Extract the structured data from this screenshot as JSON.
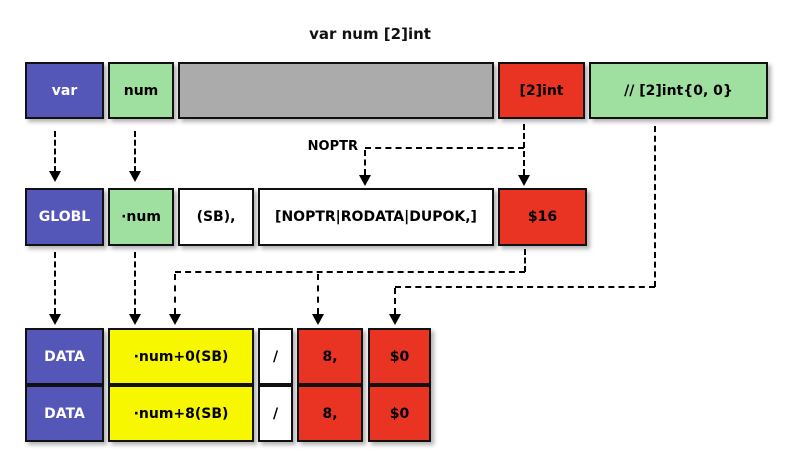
{
  "title": "var num [2]int",
  "noptr_label": "NOPTR",
  "colors": {
    "keyword_blue": "#5456b8",
    "identifier_green": "#9fdf9f",
    "padding_gray": "#ababab",
    "type_red": "#e93323",
    "symbol_yellow": "#f7f700",
    "plain_white": "#ffffff",
    "border_black": "#111111"
  },
  "source_row": {
    "keyword": "var",
    "name": "num",
    "type": "[2]int",
    "comment": "// [2]int{0, 0}"
  },
  "globl_row": {
    "directive": "GLOBL",
    "symbol": "·num",
    "sb": "(SB),",
    "flags": "[NOPTR|RODATA|DUPOK,]",
    "size": "$16"
  },
  "data_rows": [
    {
      "directive": "DATA",
      "symbol": "·num+0(SB)",
      "separator": "/",
      "size": "8,",
      "value": "$0"
    },
    {
      "directive": "DATA",
      "symbol": "·num+8(SB)",
      "separator": "/",
      "size": "8,",
      "value": "$0"
    }
  ]
}
